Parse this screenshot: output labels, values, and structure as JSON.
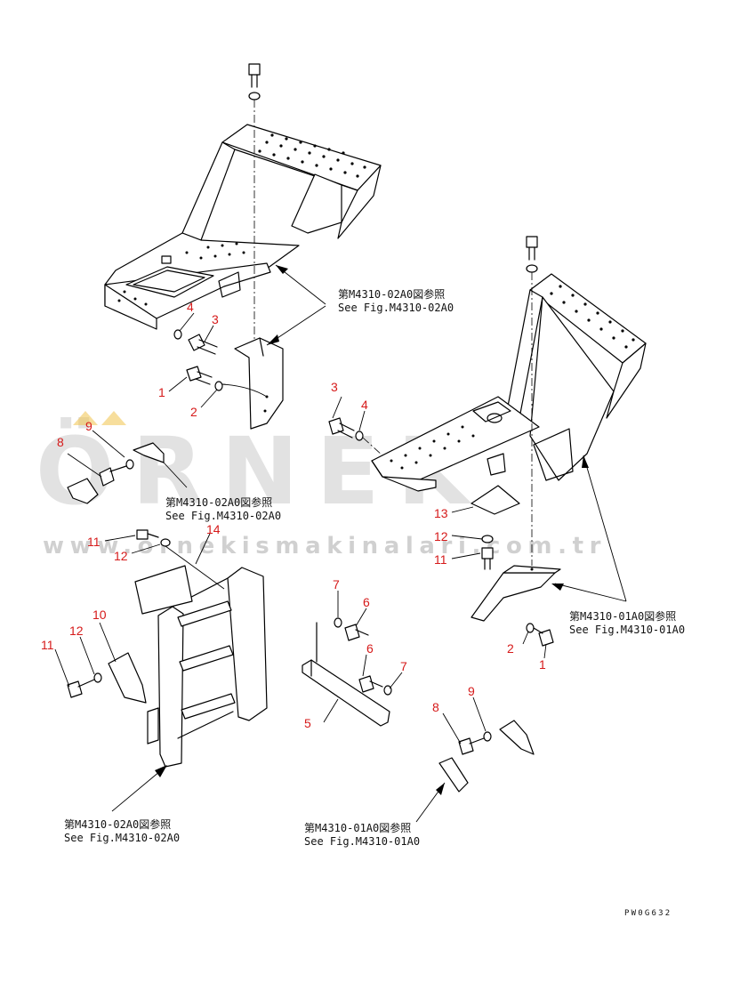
{
  "watermark": {
    "word": "ÖRNEK",
    "url": "www.ornekismakinalari.com.tr",
    "accent_color": "#f0c34a"
  },
  "drawing_code": "PW0G632",
  "colors": {
    "callout": "#d61a1a",
    "ink": "#000000"
  },
  "callouts": [
    {
      "id": "c4a",
      "text": "4"
    },
    {
      "id": "c3a",
      "text": "3"
    },
    {
      "id": "c1a",
      "text": "1"
    },
    {
      "id": "c2a",
      "text": "2"
    },
    {
      "id": "c9a",
      "text": "9"
    },
    {
      "id": "c8a",
      "text": "8"
    },
    {
      "id": "c3b",
      "text": "3"
    },
    {
      "id": "c4b",
      "text": "4"
    },
    {
      "id": "c13",
      "text": "13"
    },
    {
      "id": "c12a",
      "text": "12"
    },
    {
      "id": "c11a",
      "text": "11"
    },
    {
      "id": "c11b",
      "text": "11"
    },
    {
      "id": "c12b",
      "text": "12"
    },
    {
      "id": "c14",
      "text": "14"
    },
    {
      "id": "c10",
      "text": "10"
    },
    {
      "id": "c12c",
      "text": "12"
    },
    {
      "id": "c11c",
      "text": "11"
    },
    {
      "id": "c7a",
      "text": "7"
    },
    {
      "id": "c6a",
      "text": "6"
    },
    {
      "id": "c6b",
      "text": "6"
    },
    {
      "id": "c7b",
      "text": "7"
    },
    {
      "id": "c5",
      "text": "5"
    },
    {
      "id": "c2b",
      "text": "2"
    },
    {
      "id": "c1b",
      "text": "1"
    },
    {
      "id": "c9b",
      "text": "9"
    },
    {
      "id": "c8b",
      "text": "8"
    }
  ],
  "references": [
    {
      "id": "r1",
      "jp": "第M4310-02A0図参照",
      "en": "See Fig.M4310-02A0"
    },
    {
      "id": "r2",
      "jp": "第M4310-02A0図参照",
      "en": "See Fig.M4310-02A0"
    },
    {
      "id": "r3",
      "jp": "第M4310-01A0図参照",
      "en": "See Fig.M4310-01A0"
    },
    {
      "id": "r4",
      "jp": "第M4310-02A0図参照",
      "en": "See Fig.M4310-02A0"
    },
    {
      "id": "r5",
      "jp": "第M4310-01A0図参照",
      "en": "See Fig.M4310-01A0"
    }
  ]
}
